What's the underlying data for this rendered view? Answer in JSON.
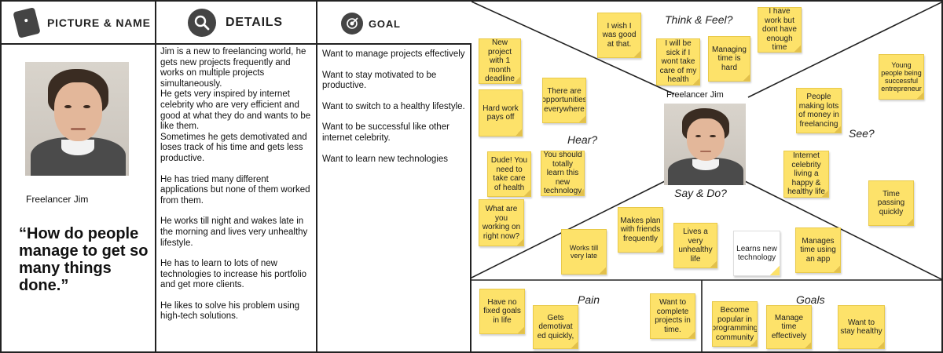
{
  "persona": {
    "headers": {
      "picture_name": "PICTURE & NAME",
      "details": "DETAILS",
      "goal": "GOAL"
    },
    "name": "Freelancer Jim",
    "quote": "“How do people manage to get so many things done.”",
    "details": [
      "Jim is a new to freelancing world, he gets new projects frequently and works on multiple projects simultaneously.\nHe gets very inspired by internet celebrity who are very efficient and good at what they do and wants to be like them.\nSometimes he gets demotivated and loses track of his time and gets less productive.",
      "He has tried many different applications but none of them worked from them.",
      "He works till night and wakes late in the morning and lives very unhealthy lifestyle.",
      "He has to learn to lots of new technologies to increase his portfolio and get more clients.",
      "He likes to solve his problem using high-tech solutions."
    ],
    "goals": [
      "Want to manage projects effectively",
      "Want to stay motivated to be productive.",
      "Want to switch to a healthy lifestyle.",
      "Want to be successful like other internet celebrity.",
      "Want to learn new technologies"
    ]
  },
  "empathy": {
    "center_name": "Freelancer Jim",
    "sections": {
      "think_feel": "Think & Feel?",
      "hear": "Hear?",
      "see": "See?",
      "say_do": "Say & Do?",
      "pain": "Pain",
      "goals": "Goals"
    },
    "stickies": {
      "new_project": "New project with 1 month deadline",
      "wish_good": "I wish I was good at that.",
      "sick": "I will be sick if I wont take care of my health",
      "managing_time": "Managing time is hard",
      "have_work": "I have work but dont have enough time",
      "young_people": "Young people being successful entrepreneur",
      "hard_work": "Hard work pays off",
      "opportunities": "There are opportunities everywhere",
      "making_money": "People making lots of money in freelancing",
      "dude": "Dude! You need to take care of health",
      "learn_tech": "You should totally learn this new technology",
      "celebrity_life": "Internet celebrity living a happy & healthy life",
      "time_passing": "Time passing quickly",
      "what_working": "What are you working on right now?",
      "works_late": "Works till very late",
      "makes_plan": "Makes plan with friends frequently",
      "lives_unhealthy": "Lives a very unhealthy life",
      "learns_tech": "Learns new technology",
      "manages_time_app": "Manages time using an app",
      "no_goals": "Have no fixed goals in life",
      "demotivated": "Gets demotivat ed quickly,",
      "complete_projects": "Want to complete projects in time.",
      "popular": "Become popular in programming community",
      "manage_time": "Manage time effectively",
      "stay_healthy": "Want to stay healthy"
    }
  },
  "colors": {
    "sticky": "#fde26a",
    "sticky_border": "#e8c94a",
    "lines": "#222222",
    "header_icon": "#444444"
  }
}
